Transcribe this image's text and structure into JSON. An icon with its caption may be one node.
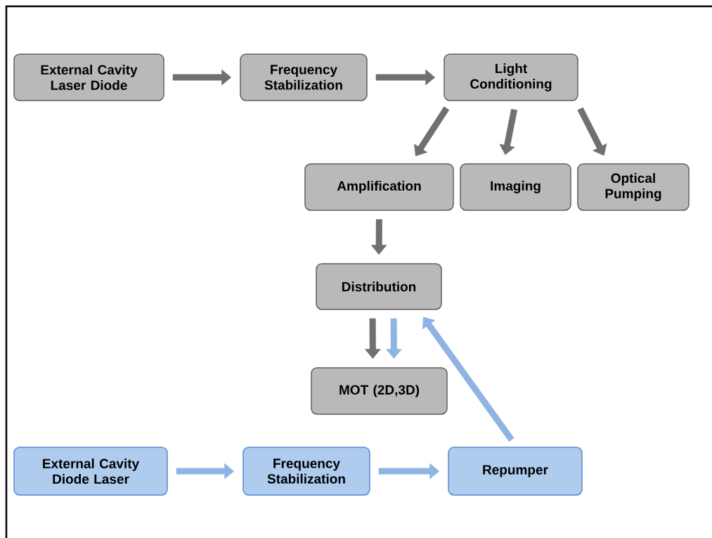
{
  "diagram": {
    "nodes": [
      {
        "text": [
          "External Cavity Laser Diode"
        ]
      },
      {
        "text": [
          "Frequency Stabilization"
        ]
      },
      {
        "text": [
          "Light Conditioning"
        ]
      },
      {
        "text": [
          "Amplification"
        ]
      },
      {
        "text": [
          "Imaging"
        ]
      },
      {
        "text": [
          "Optical Pumping"
        ]
      },
      {
        "text": [
          "Distribution"
        ]
      },
      {
        "text": [
          "MOT (2D,3D)"
        ]
      },
      {
        "text": [
          "External Cavity Diode Laser"
        ]
      },
      {
        "text": [
          "Frequency Stabilization"
        ]
      },
      {
        "text": [
          "Repumper"
        ]
      }
    ],
    "edges": [
      {
        "from": 0,
        "to": 1,
        "arrow": "to"
      },
      {
        "from": 1,
        "to": 2,
        "arrow": "to"
      },
      {
        "from": 2,
        "to": 3,
        "arrow": "to"
      },
      {
        "from": 2,
        "to": 4,
        "arrow": "to"
      },
      {
        "from": 2,
        "to": 5,
        "arrow": "to"
      },
      {
        "from": 3,
        "to": 6,
        "arrow": "to"
      },
      {
        "from": 6,
        "to": 7,
        "arrow": "to"
      },
      {
        "from": 6,
        "to": 7,
        "arrow": "to",
        "color": "#8fb4e3"
      },
      {
        "from": 8,
        "to": 9,
        "arrow": "to",
        "color": "#8fb4e3"
      },
      {
        "from": 9,
        "to": 10,
        "arrow": "to",
        "color": "#8fb4e3"
      },
      {
        "from": 10,
        "to": 6,
        "arrow": "to",
        "color": "#8fb4e3"
      }
    ]
  }
}
